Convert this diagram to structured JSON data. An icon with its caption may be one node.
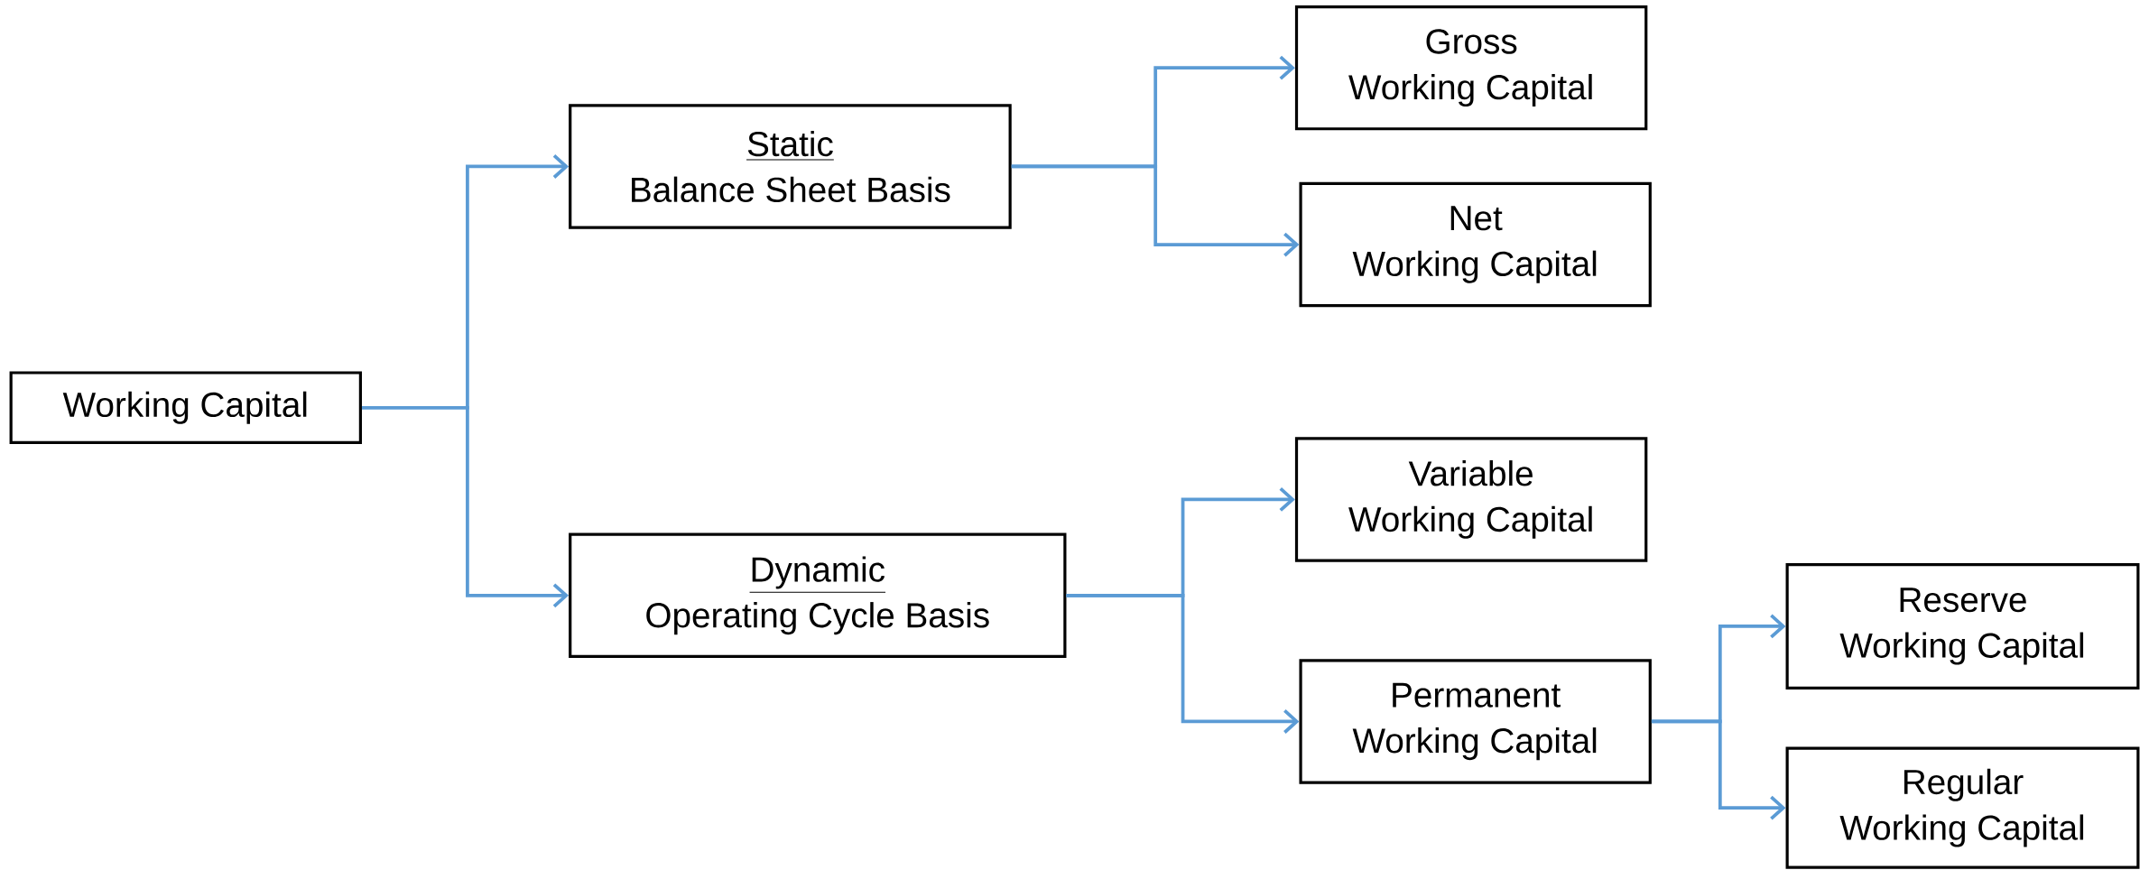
{
  "diagram": {
    "nodes": [
      {
        "text": [
          "Working Capital"
        ]
      },
      {
        "text": [
          "Static",
          "Balance Sheet Basis"
        ]
      },
      {
        "text": [
          "Dynamic",
          "Operating Cycle Basis"
        ]
      },
      {
        "text": [
          "Gross",
          "Working Capital"
        ]
      },
      {
        "text": [
          "Net",
          "Working Capital"
        ]
      },
      {
        "text": [
          "Variable",
          "Working Capital"
        ]
      },
      {
        "text": [
          "Permanent",
          "Working Capital"
        ]
      },
      {
        "text": [
          "Reserve",
          "Working Capital"
        ]
      },
      {
        "text": [
          "Regular",
          "Working Capital"
        ]
      }
    ],
    "edges": [
      {
        "from": 0,
        "to": 1,
        "arrow": "to"
      },
      {
        "from": 0,
        "to": 2,
        "arrow": "to"
      },
      {
        "from": 1,
        "to": 3,
        "arrow": "to"
      },
      {
        "from": 1,
        "to": 4,
        "arrow": "to"
      },
      {
        "from": 2,
        "to": 5,
        "arrow": "to"
      },
      {
        "from": 2,
        "to": 6,
        "arrow": "to"
      },
      {
        "from": 6,
        "to": 7,
        "arrow": "to"
      },
      {
        "from": 6,
        "to": 8,
        "arrow": "to"
      }
    ]
  }
}
